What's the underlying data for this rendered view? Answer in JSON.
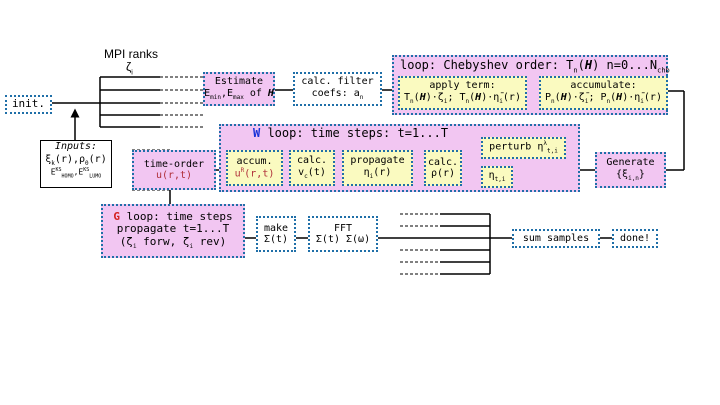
{
  "mpi": {
    "label": "MPI ranks",
    "zeta": "ζ",
    "zeta_sub": "i"
  },
  "init": {
    "label": "init."
  },
  "inputs": {
    "title": "Inputs:",
    "line1": "ξ",
    "line1_sub": "k",
    "line1_mid": "(r),ρ",
    "line1_sub2": "0",
    "line1_end": "(r)",
    "line2_e1": "E",
    "line2_sup1": "KS",
    "line2_sub1": "HOMO",
    "line2_e2": ",E",
    "line2_sup2": "KS",
    "line2_sub2": "LUMO"
  },
  "estimate": {
    "l1": "Estimate",
    "l2a": "E",
    "l2b": "min",
    "l2c": ",E",
    "l2d": "max",
    "l2e": " of ",
    "l2f": "H"
  },
  "calc_filter": {
    "l1": "calc. filter",
    "l2": "coefs: a",
    "l2_sub": "n"
  },
  "chebyshev": {
    "title_a": "loop: Chebyshev order: T",
    "title_b": "n",
    "title_c": "(",
    "title_d": "H",
    "title_e": ") n=0...N",
    "title_f": "chb"
  },
  "apply_term": {
    "l1": "apply term:",
    "t": "T",
    "n": "n",
    "H": "H",
    "zeta": "·ζ",
    "i": "i",
    "sep": "; ",
    "eta": "·η̄",
    "rr": "(r)"
  },
  "accumulate": {
    "l1": "accumulate:",
    "p": "P",
    "n": "n",
    "H": "H",
    "zeta": "·ζ̄",
    "i": "i",
    "sep": "; ",
    "eta": "·η̄",
    "rr": "(r)"
  },
  "w_loop": {
    "letter": "W",
    "title": " loop: time steps: t=1...T"
  },
  "time_order": {
    "l1": "time-order",
    "l2": "u(r,t)"
  },
  "accum": {
    "l1": "accum.",
    "l2a": "u",
    "l2b": "R",
    "l2c": "(r,t)"
  },
  "calc_v": {
    "l1": "calc.",
    "l2a": "v",
    "l2b": "c",
    "l2c": "(t)"
  },
  "propagate": {
    "l1": "propagate",
    "l2a": "η",
    "l2b": "i",
    "l2c": "(r)"
  },
  "calc_rho": {
    "l1": "calc.",
    "l2": "ρ(r)"
  },
  "perturb": {
    "a": "perturb η",
    "sup": "λ",
    "sub": "t,i"
  },
  "eta_ti": {
    "a": "η",
    "sub": "t,i"
  },
  "generate": {
    "l1": "Generate",
    "l2a": "{ξ",
    "l2b": "i,n",
    "l2c": "}"
  },
  "g_loop": {
    "letter": "G",
    "l1": " loop: time steps",
    "l2": "propagate t=1...T",
    "l3a": "(ζ",
    "l3b": "i",
    "l3c": " forw, ζ",
    "l3d": "i",
    "l3e": " rev)"
  },
  "make": {
    "l1": "make",
    "l2": "Σ(t)"
  },
  "fft": {
    "l1": "FFT",
    "l2": "Σ(t) Σ(ω)"
  },
  "sum_samples": {
    "label": "sum samples"
  },
  "done": {
    "label": "done!"
  },
  "colors": {
    "border": "#1f6fa8",
    "pink": "#f2c6f2",
    "yellow": "#fafac0",
    "red": "#d42020",
    "blue": "#1a33d8"
  }
}
